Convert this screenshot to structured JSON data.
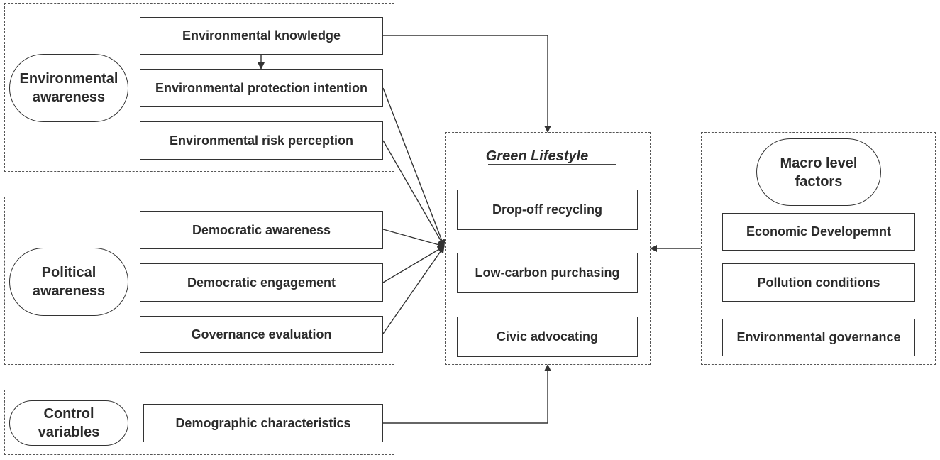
{
  "groups": {
    "environmental": {
      "label_line1": "Environmental",
      "label_line2": "awareness",
      "items": [
        "Environmental knowledge",
        "Environmental protection intention",
        "Environmental risk perception"
      ]
    },
    "political": {
      "label_line1": "Political",
      "label_line2": "awareness",
      "items": [
        "Democratic awareness",
        "Democratic engagement",
        "Governance evaluation"
      ]
    },
    "control": {
      "label_line1": "Control",
      "label_line2": "variables",
      "items": [
        "Demographic characteristics"
      ]
    },
    "green": {
      "title": "Green Lifestyle",
      "items": [
        "Drop-off recycling",
        "Low-carbon purchasing",
        "Civic advocating"
      ]
    },
    "macro": {
      "label_line1": "Macro level",
      "label_line2": "factors",
      "items": [
        "Economic Developemnt",
        "Pollution conditions",
        "Environmental governance"
      ]
    }
  }
}
